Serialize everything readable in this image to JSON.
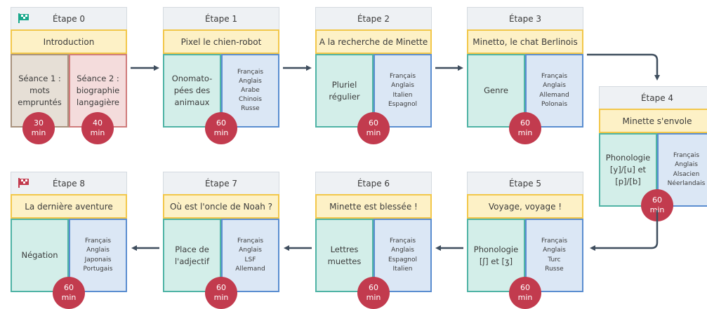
{
  "stages": [
    {
      "heading": "Étape 0",
      "title": "Introduction",
      "left": "Séance 1 :\nmots\nempruntés",
      "right": "Séance 2 :\nbiographie\nlangagière",
      "badge_left": "30\nmin",
      "badge_right": "40\nmin"
    },
    {
      "heading": "Étape 1",
      "title": "Pixel le chien-robot",
      "left": "Onomato-\npées des\nanimaux",
      "right": "Français\nAnglais\nArabe\nChinois\nRusse",
      "badge": "60\nmin"
    },
    {
      "heading": "Étape 2",
      "title": "A la recherche de Minette",
      "left": "Pluriel\nrégulier",
      "right": "Français\nAnglais\nItalien\nEspagnol",
      "badge": "60\nmin"
    },
    {
      "heading": "Étape 3",
      "title": "Minetto, le chat Berlinois",
      "left": "Genre",
      "right": "Français\nAnglais\nAllemand\nPolonais",
      "badge": "60\nmin"
    },
    {
      "heading": "Étape 4",
      "title": "Minette s'envole",
      "left": "Phonologie\n[y]/[u] et\n[p]/[b]",
      "right": "Français\nAnglais\nAlsacien\nNéerlandais",
      "badge": "60\nmin"
    },
    {
      "heading": "Étape 5",
      "title": "Voyage, voyage !",
      "left": "Phonologie\n[ʃ] et [ʒ]",
      "right": "Français\nAnglais\nTurc\nRusse",
      "badge": "60\nmin"
    },
    {
      "heading": "Étape 6",
      "title": "Minette est blessée !",
      "left": "Lettres\nmuettes",
      "right": "Français\nAnglais\nEspagnol\nItalien",
      "badge": "60\nmin"
    },
    {
      "heading": "Étape 7",
      "title": "Où est l'oncle de Noah ?",
      "left": "Place de\nl'adjectif",
      "right": "Français\nAnglais\nLSF\nAllemand",
      "badge": "60\nmin"
    },
    {
      "heading": "Étape 8",
      "title": "La dernière aventure",
      "left": "Négation",
      "right": "Français\nAnglais\nJaponais\nPortugais",
      "badge": "60\nmin"
    }
  ],
  "colors": {
    "badge": "#c23b4e",
    "flag_start": "#1aa88c",
    "flag_end": "#c23b4e",
    "arrow": "#3f4e5e"
  },
  "icons": {
    "start": "checkered-flag-teal-icon",
    "end": "checkered-flag-red-icon"
  }
}
